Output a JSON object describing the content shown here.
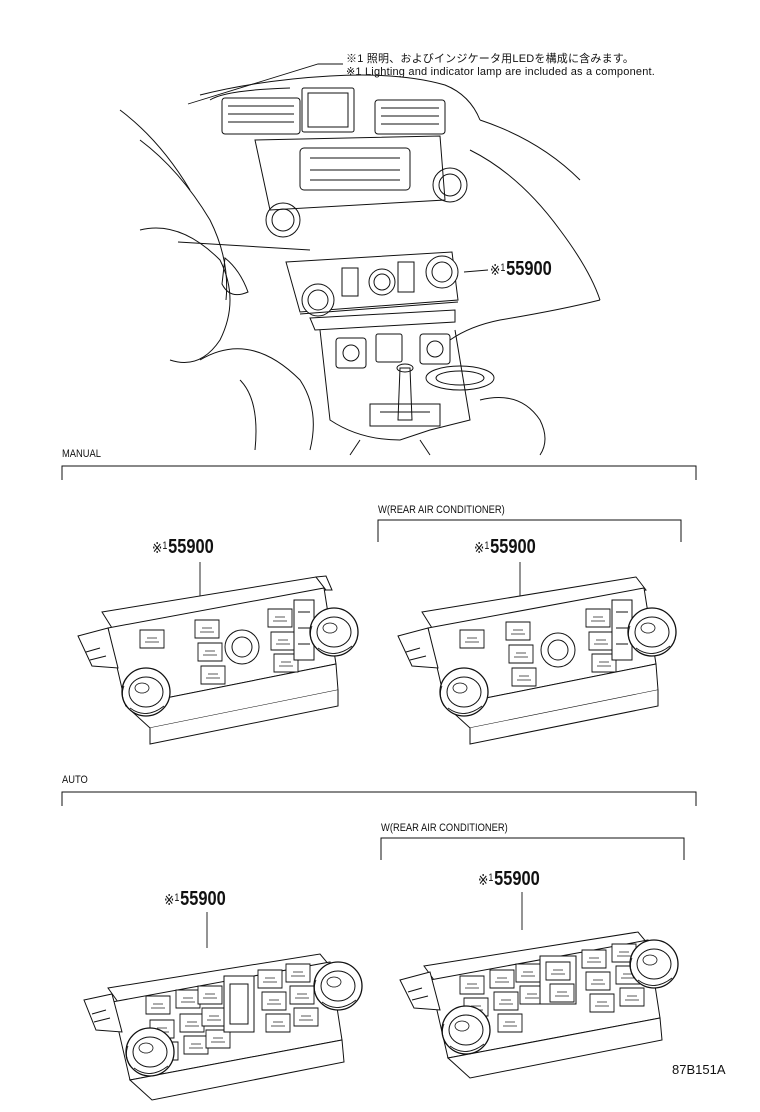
{
  "notes": {
    "line1": "※1 照明、およびインジケータ用LEDを構成に含みます。",
    "line2": "※1 Lighting and indicator lamp are included as a component."
  },
  "part_number": {
    "mark": "※",
    "superscript": "1",
    "number": "55900"
  },
  "sections": {
    "manual": "MANUAL",
    "auto": "AUTO",
    "rear_ac_manual": "W(REAR AIR CONDITIONER)",
    "rear_ac_auto": "W(REAR AIR CONDITIONER)"
  },
  "diagram_code": "87B151A"
}
